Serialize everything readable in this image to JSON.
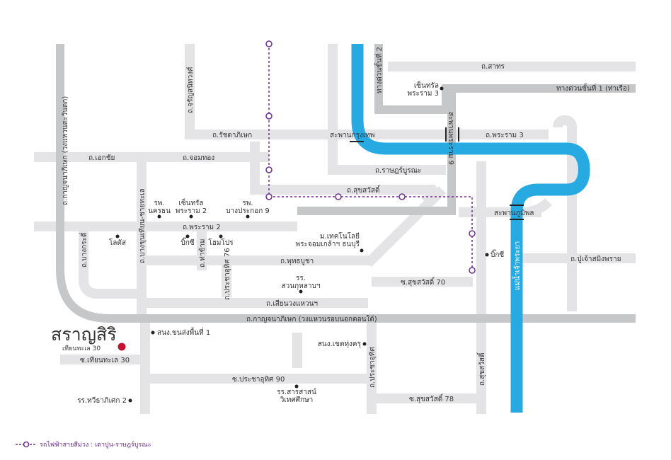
{
  "colors": {
    "road": "#e4e4e6",
    "expressway": "#c6c7c9",
    "river": "#27a9e1",
    "purple_line": "#6b2f8f",
    "project_marker": "#c8102e"
  },
  "project": {
    "name": "สราญสิริ",
    "subtitle": "เทียนทะเล 30",
    "icon": "red-dot"
  },
  "roads": {
    "sathon": "ถ.สาทร",
    "expressway_2": "ทางด่วนขั้นที่ 2",
    "expressway_1": "ทางด่วนขั้นที่ 1 (ท่าเรือ)",
    "charansanitwong": "ถ.จรัญสนิทวงศ์",
    "ratchadaphisek": "ถ.รัชดาภิเษก",
    "saphan_krungthep": "สะพานกรุงเทพ",
    "rama3_road": "ถ.พระราม 3",
    "saphan_rama9": "สะพานพระราม 9",
    "ekkachai": "ถ.เอกชัย",
    "chomthong": "ถ.จอมทอง",
    "ratburana": "ถ.ราษฎร์บูรณะ",
    "suksawat": "ถ.สุขสวัสดิ์",
    "kanchana_west": "ถ.กาญจนาภิเษก (วงแหวนตะวันตก)",
    "bangkhunthian_chaitalay": "ถ.บางขุนเทียน-ชายทะเล",
    "saphan_bhumibol": "สะพานภูมิพล",
    "rama2": "ถ.พระราม 2",
    "puchao": "ถ.ปู่เจ้าสมิงพราย",
    "bangkradi": "ถ.บางกระดี่",
    "thakham": "ถ.ท่าข้าม",
    "phutthabucha": "ถ.พุทธบูชา",
    "pracha_uthit_76": "ถ.ประชาอุทิศ 76",
    "soi_suksawat_70": "ซ.สุขสวัสดิ์ 70",
    "sianwong": "ถ.เสียนวงแหวนฯ",
    "kanchana_south": "ถ.กาญจนาภิเษก (วงแหวนรอบนอกตอนใต้)",
    "soi_tianthalay_30": "ซ.เทียนทะเล 30",
    "soi_pracha_uthit_90": "ซ.ประชาอุทิศ 90",
    "pracha_uthit": "ถ.ประชาอุทิศ",
    "soi_suksawat_78": "ซ.สุขสวัสดิ์ 78",
    "suksawat_v": "ถ.สุขสวัสดิ์"
  },
  "river": "แม่น้ำเจ้าพระยา",
  "places": {
    "central_rama3": "เซ็นทรัล\nพระราม 3",
    "nakhonthon": "รพ.\nนครธน",
    "central_rama2": "เซ็นทรัล\nพระราม 2",
    "bangpakok9": "รพ.\nบางประกอก 9",
    "lotus": "โลตัส",
    "bigc_1": "บิ๊กซี",
    "homepro": "โฮมโปร",
    "kmutt": "ม.เทคโนโลยี\nพระจอมเกล้าฯ ธนบุรี",
    "bigc_2": "บิ๊กซี",
    "suankularb": "รร.\nสวนกุหลาบฯ",
    "land_office": "สนง.ขนส่งพื้นที่ 1",
    "district_office": "สนง.เขตทุ่งครุ",
    "school_thawi": "รร.ทวีธาภิเศก 2",
    "school_sarasas": "รร.สารสาสน์\nวิเทศศึกษา"
  },
  "legend": {
    "label": "รถไฟฟ้าสายสีม่วง : เตาปูน-ราษฎร์บูรณะ",
    "line_color": "#6b2f8f"
  }
}
